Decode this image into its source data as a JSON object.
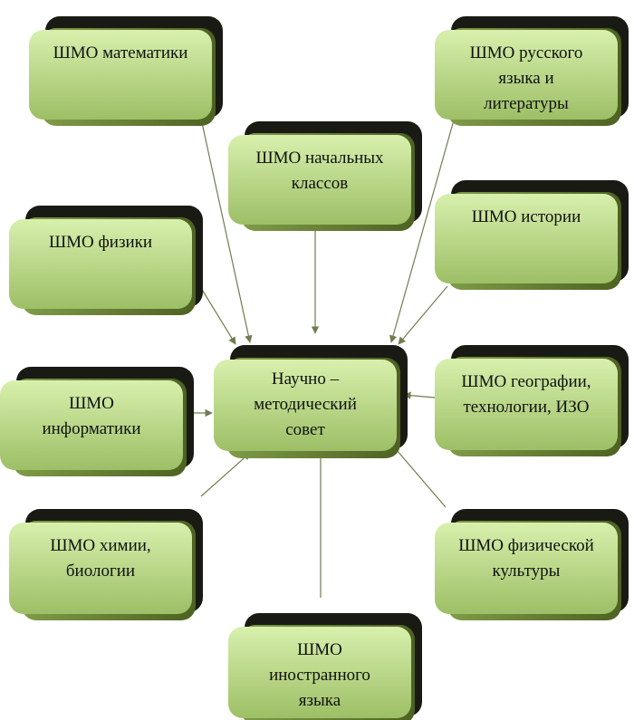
{
  "colors": {
    "box_face_light": "#d6efaa",
    "box_face_dark": "#9ec066",
    "box_depth": "#1a1a14",
    "box_side": "#607a30",
    "connector": "#6f7d50"
  },
  "center": {
    "label": "Научно –\nметодический\nсовет"
  },
  "nodes": [
    {
      "id": "math",
      "label": "ШМО математики"
    },
    {
      "id": "russian",
      "label": "ШМО русского\nязыка и\nлитературы"
    },
    {
      "id": "primary",
      "label": "ШМО начальных\nклассов"
    },
    {
      "id": "physics",
      "label": "ШМО физики"
    },
    {
      "id": "history",
      "label": "ШМО истории"
    },
    {
      "id": "informatics",
      "label": "ШМО\nинформатики"
    },
    {
      "id": "geography",
      "label": "ШМО географии,\nтехнологии, ИЗО"
    },
    {
      "id": "chemistry",
      "label": "ШМО химии,\nбиологии"
    },
    {
      "id": "pe",
      "label": "ШМО физической\nкультуры"
    },
    {
      "id": "foreign",
      "label": "ШМО\nиностранного\nязыка"
    }
  ]
}
